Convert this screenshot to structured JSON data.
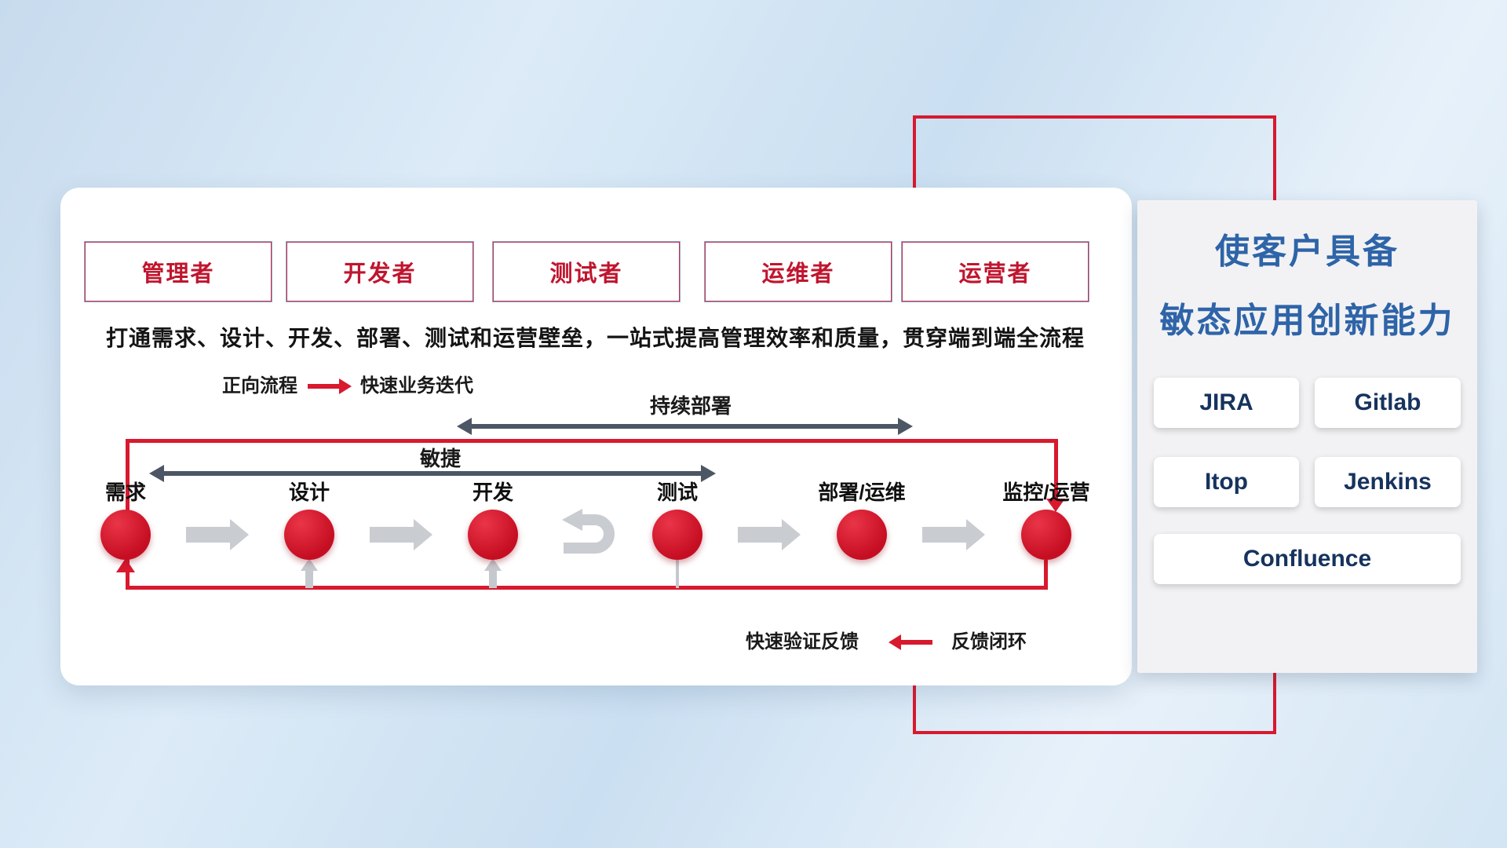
{
  "colors": {
    "red": "#d8192e",
    "blue_title": "#2e64a8",
    "navy_tool": "#16335e",
    "dark_arrow": "#4c5664",
    "light_arrow": "#c9ccd1"
  },
  "panel": {
    "roles": [
      "管理者",
      "开发者",
      "测试者",
      "运维者",
      "运营者"
    ],
    "headline": "打通需求、设计、开发、部署、测试和运营壁垒，一站式提高管理效率和质量，贯穿端到端全流程",
    "forward_legend": {
      "label": "正向流程",
      "desc": "快速业务迭代"
    },
    "span_arrows": {
      "continuous_deploy": "持续部署",
      "agile": "敏捷"
    },
    "stages": [
      "需求",
      "设计",
      "开发",
      "测试",
      "部署/运维",
      "监控/运营"
    ],
    "feedback_legend": {
      "label": "快速验证反馈",
      "desc": "反馈闭环"
    }
  },
  "right_panel": {
    "title_line1": "使客户具备",
    "title_line2": "敏态应用创新能力",
    "tools": [
      "JIRA",
      "Gitlab",
      "Itop",
      "Jenkins",
      "Confluence"
    ]
  }
}
